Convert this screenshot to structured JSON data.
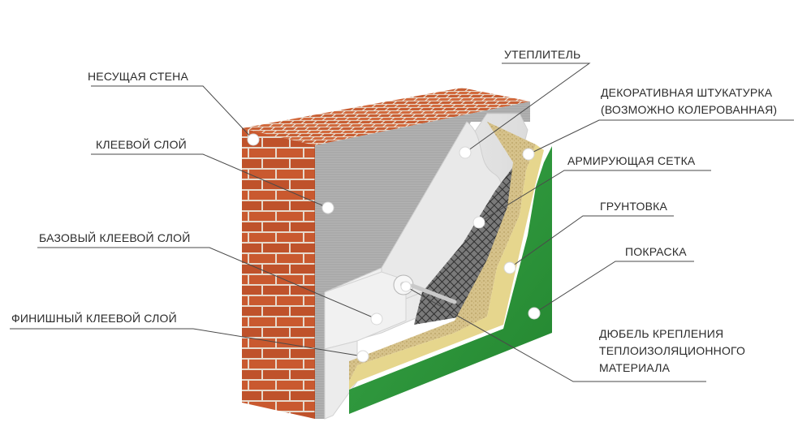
{
  "labels": {
    "load_bearing_wall": "НЕСУЩАЯ СТЕНА",
    "adhesive_layer": "КЛЕЕВОЙ СЛОЙ",
    "base_adhesive_layer": "БАЗОВЫЙ КЛЕЕВОЙ СЛОЙ",
    "finish_adhesive_layer": "ФИНИШНЫЙ КЛЕЕВОЙ СЛОЙ",
    "insulation": "УТЕПЛИТЕЛЬ",
    "decorative_plaster_1": "ДЕКОРАТИВНАЯ ШТУКАТУРКА",
    "decorative_plaster_2": "(ВОЗМОЖНО КОЛЕРОВАННАЯ)",
    "reinforcing_mesh": "АРМИРУЮЩАЯ СЕТКА",
    "primer": "ГРУНТОВКА",
    "painting": "ПОКРАСКА",
    "dowel_1": "ДЮБЕЛЬ КРЕПЛЕНИЯ",
    "dowel_2": "ТЕПЛОИЗОЛЯЦИОННОГО",
    "dowel_3": "МАТЕРИАЛА"
  },
  "colors": {
    "brick": "#c4572f",
    "mortar": "#e9ddd2",
    "adhesive": "#9a9a9a",
    "insulation": "#f2f2f2",
    "plaster": "#d4c18a",
    "primer": "#e8d890",
    "paint": "#2f9a3e",
    "leader": "#4a4a4a"
  }
}
